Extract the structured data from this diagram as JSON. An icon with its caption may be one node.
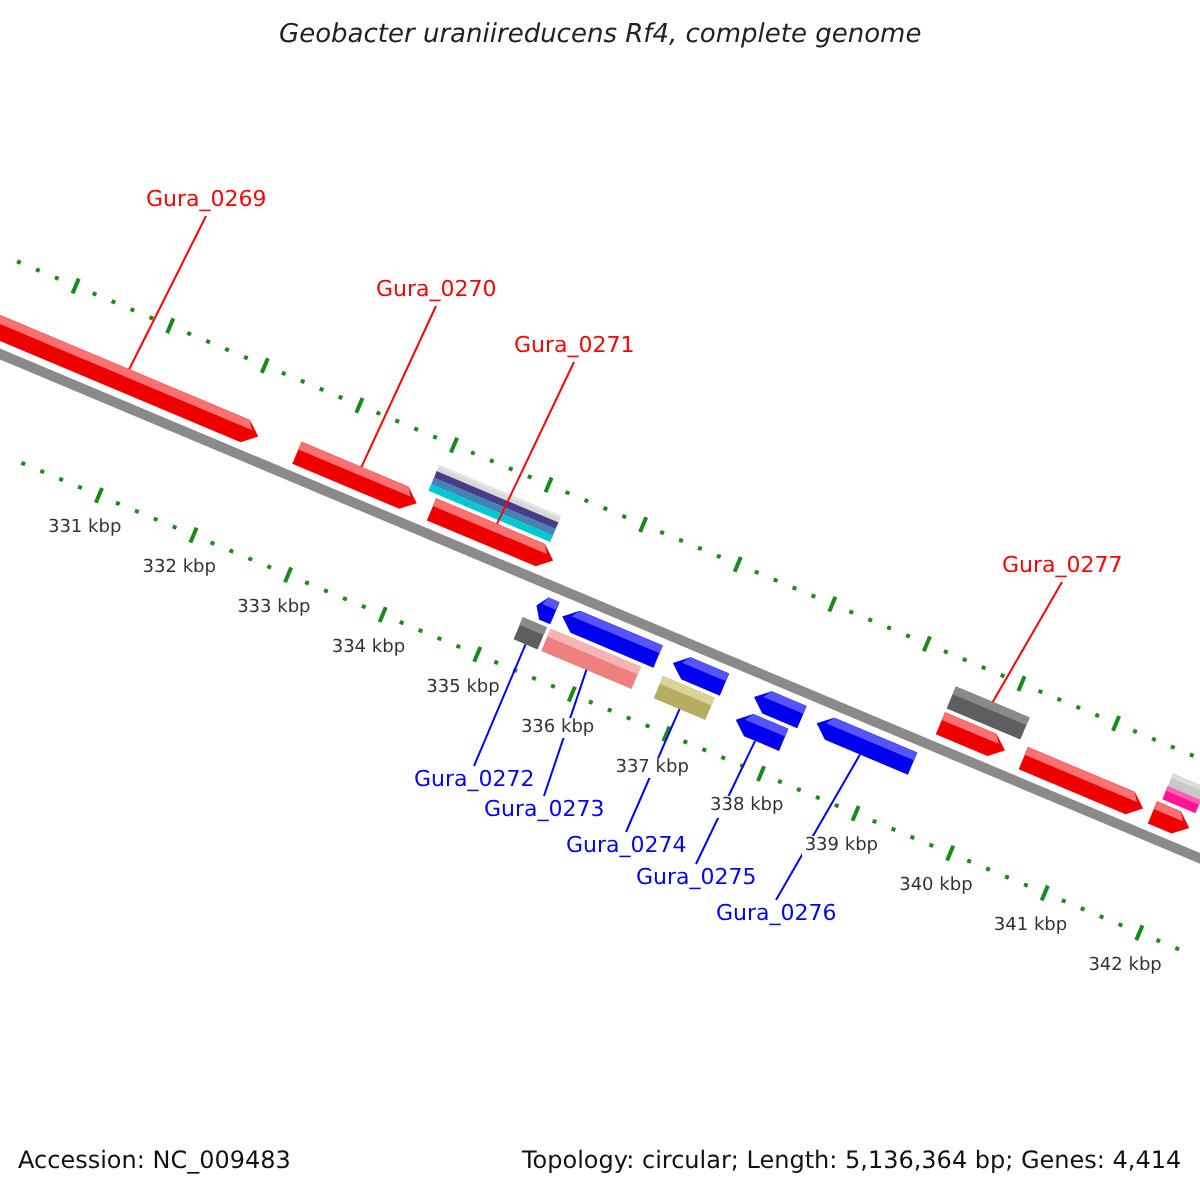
{
  "diagram": {
    "title": "Geobacter uraniireducens Rf4, complete genome",
    "nodes": [
      {
        "text": [
          "Gura_0269"
        ]
      },
      {
        "text": [],
        "shape": "arrow"
      },
      {
        "text": [
          "Gura_0270"
        ]
      },
      {
        "text": [],
        "shape": "arrow"
      },
      {
        "text": [
          "Gura_0271"
        ]
      },
      {
        "text": [],
        "shape": "arrow"
      },
      {
        "text": [
          "Gura_0277"
        ]
      },
      {
        "text": [],
        "shape": "bar"
      },
      {
        "text": [
          "Gura_0272"
        ]
      },
      {
        "text": [],
        "shape": "bar"
      },
      {
        "text": [
          "Gura_0273"
        ]
      },
      {
        "text": [],
        "shape": "bar"
      },
      {
        "text": [
          "Gura_0274"
        ]
      },
      {
        "text": [],
        "shape": "bar"
      },
      {
        "text": [
          "Gura_0275"
        ]
      },
      {
        "text": [],
        "shape": "arrow"
      },
      {
        "text": [
          "Gura_0276"
        ]
      },
      {
        "text": [],
        "shape": "arrow"
      },
      {
        "text": [],
        "shape": "bar"
      },
      {
        "text": [],
        "shape": "bar"
      },
      {
        "text": [],
        "shape": "bar"
      },
      {
        "text": [],
        "shape": "bar"
      },
      {
        "text": [],
        "shape": "arrow"
      },
      {
        "text": [],
        "shape": "arrow"
      },
      {
        "text": [],
        "shape": "arrow"
      },
      {
        "text": [],
        "shape": "arrow"
      },
      {
        "text": [],
        "shape": "arrow"
      },
      {
        "text": [],
        "shape": "arrow"
      },
      {
        "text": [],
        "shape": "arrow"
      },
      {
        "text": [],
        "shape": "bar"
      },
      {
        "text": [],
        "shape": "bar"
      }
    ],
    "edges": [
      {
        "from": 0,
        "to": 1,
        "arrow": "none",
        "color": "#ff0000"
      },
      {
        "from": 2,
        "to": 3,
        "arrow": "none",
        "color": "#ff0000"
      },
      {
        "from": 4,
        "to": 5,
        "arrow": "none",
        "color": "#ff0000"
      },
      {
        "from": 6,
        "to": 7,
        "arrow": "none",
        "color": "#ff0000"
      },
      {
        "from": 8,
        "to": 9,
        "arrow": "none"
      },
      {
        "from": 10,
        "to": 11,
        "arrow": "none"
      },
      {
        "from": 12,
        "to": 13,
        "arrow": "none"
      },
      {
        "from": 14,
        "to": 15,
        "arrow": "none"
      },
      {
        "from": 16,
        "to": 17,
        "arrow": "none"
      }
    ],
    "labels": [
      "331 kbp",
      "332 kbp",
      "333 kbp",
      "334 kbp",
      "335 kbp",
      "336 kbp",
      "337 kbp",
      "338 kbp",
      "339 kbp",
      "340 kbp",
      "341 kbp",
      "342 kbp",
      "Accession: NC_009483",
      "Topology: circular; Length: 5,136,364 bp; Genes: 4,414"
    ]
  }
}
